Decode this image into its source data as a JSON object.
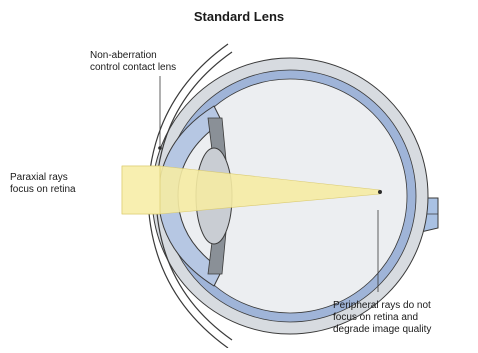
{
  "title": "Standard Lens",
  "labels": {
    "contact_lens": [
      "Non-aberration",
      "control contact lens"
    ],
    "paraxial": [
      "Paraxial rays",
      "focus on retina"
    ],
    "peripheral": [
      "Peripheral rays do not",
      "focus on retina and",
      "degrade image quality"
    ]
  },
  "colors": {
    "sclera": "#d7dbe0",
    "choroid_blue": "#9fb4d8",
    "vitreous": "#eceef1",
    "iris": "#8a9097",
    "crystalline_lens": "#c9cdd3",
    "ray_beam": "#f6eca4",
    "optic_nerve": "#a9c1e3",
    "outline": "#3a3a3a"
  },
  "icons": {
    "eye": "eye-cross-section",
    "contact_lens": "contact-lens-shape",
    "rays": "light-ray-beam",
    "optic_nerve": "optic-nerve"
  }
}
